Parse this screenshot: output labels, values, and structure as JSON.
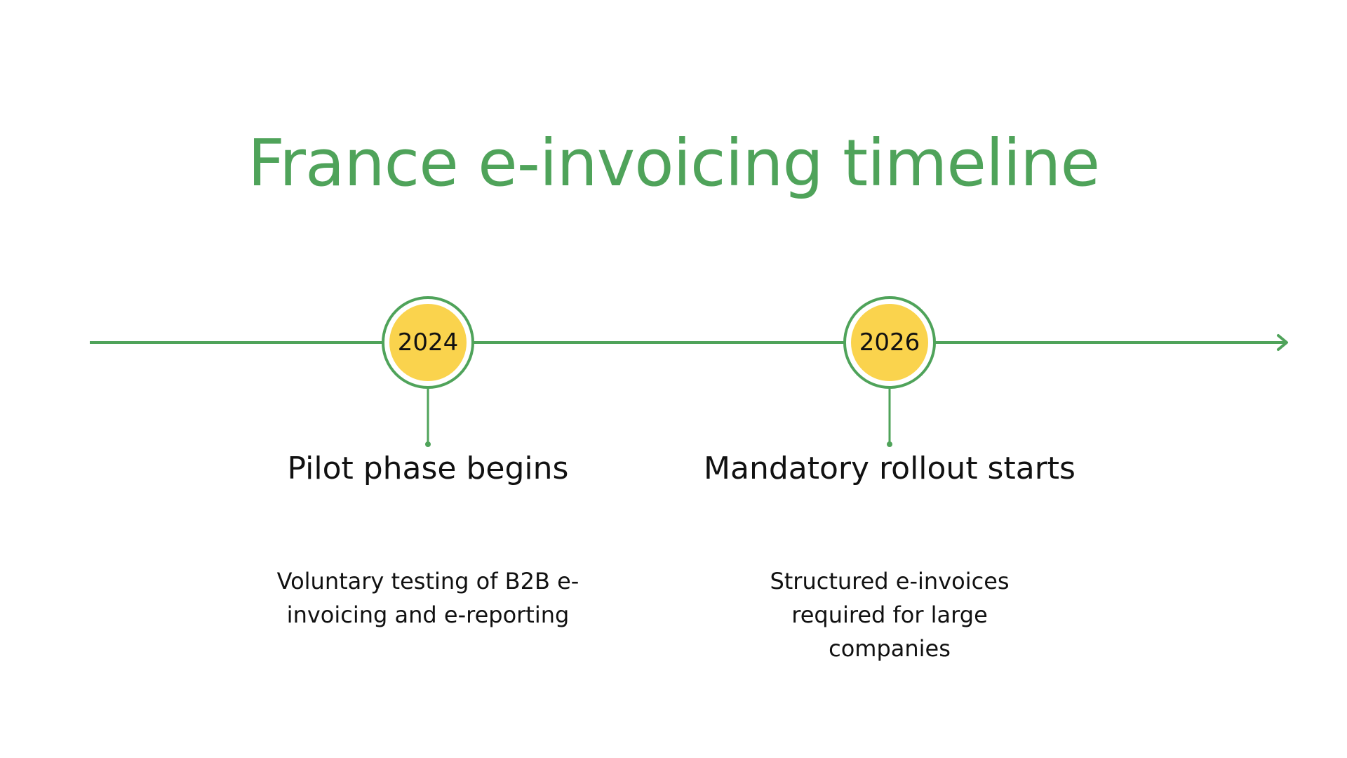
{
  "title": "France e-invoicing timeline",
  "colors": {
    "accent_green": "#4fa35a",
    "marker_yellow": "#fad34d",
    "text": "#111111",
    "background": "#ffffff"
  },
  "events": [
    {
      "year": "2024",
      "title": "Pilot phase begins",
      "description": "Voluntary testing of B2B e-invoicing and e-reporting"
    },
    {
      "year": "2026",
      "title": "Mandatory rollout starts",
      "description": "Structured e-invoices required for large companies"
    }
  ]
}
